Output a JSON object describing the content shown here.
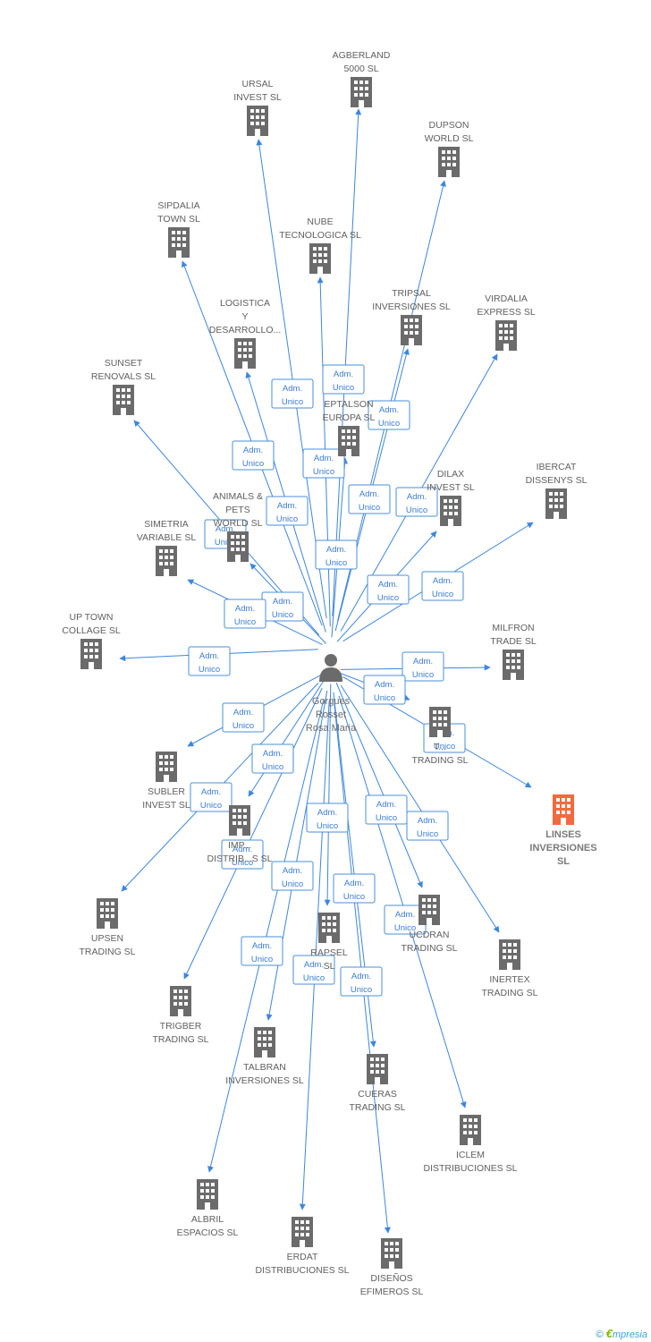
{
  "center": {
    "lines": [
      "Gorgues",
      "Rosset",
      "Rosa Maria"
    ],
    "icon": "person-icon"
  },
  "edge_label": [
    "Adm.",
    "Unico"
  ],
  "highlight_color": "#f26a3d",
  "building_color": "#6b6b6b",
  "edge_color": "#3d86dc",
  "nodes": [
    {
      "id": "agberland",
      "lines": [
        "AGBERLAND",
        "5000 SL"
      ]
    },
    {
      "id": "ursal",
      "lines": [
        "URSAL",
        "INVEST SL"
      ]
    },
    {
      "id": "dupson",
      "lines": [
        "DUPSON",
        "WORLD SL"
      ]
    },
    {
      "id": "sipdalia",
      "lines": [
        "SIPDALIA",
        "TOWN SL"
      ]
    },
    {
      "id": "nube",
      "lines": [
        "NUBE",
        "TECNOLOGICA SL"
      ]
    },
    {
      "id": "tripsal",
      "lines": [
        "TRIPSAL",
        "INVERSIONES SL"
      ]
    },
    {
      "id": "virdalia",
      "lines": [
        "VIRDALIA",
        "EXPRESS SL"
      ]
    },
    {
      "id": "logistica",
      "lines": [
        "LOGISTICA",
        "Y",
        "DESARROLLO..."
      ]
    },
    {
      "id": "sunset",
      "lines": [
        "SUNSET",
        "RENOVALS SL"
      ]
    },
    {
      "id": "eptalson",
      "lines": [
        "EPTALSON",
        "EUROPA SL"
      ]
    },
    {
      "id": "dilax",
      "lines": [
        "DILAX",
        "INVEST SL"
      ]
    },
    {
      "id": "ibercat",
      "lines": [
        "IBERCAT",
        "DISSENYS SL"
      ]
    },
    {
      "id": "animals",
      "lines": [
        "ANIMALS &",
        "PETS",
        "WORLD SL"
      ]
    },
    {
      "id": "simetria",
      "lines": [
        "SIMETRIA",
        "VARIABLE SL"
      ]
    },
    {
      "id": "uptown",
      "lines": [
        "UP TOWN",
        "COLLAGE SL"
      ]
    },
    {
      "id": "milfron",
      "lines": [
        "MILFRON",
        "TRADE SL"
      ]
    },
    {
      "id": "t_trading",
      "lines": [
        "T...",
        "TRADING SL"
      ]
    },
    {
      "id": "linses",
      "lines": [
        "LINSES",
        "INVERSIONES",
        "SL"
      ],
      "highlight": true
    },
    {
      "id": "subler",
      "lines": [
        "SUBLER",
        "INVEST SL"
      ]
    },
    {
      "id": "imp",
      "lines": [
        "IMP...",
        "DISTRIB...S SL"
      ]
    },
    {
      "id": "upsen",
      "lines": [
        "UPSEN",
        "TRADING SL"
      ]
    },
    {
      "id": "ucdran",
      "lines": [
        "UCDRAN",
        "TRADING SL"
      ]
    },
    {
      "id": "inertex",
      "lines": [
        "INERTEX",
        "TRADING SL"
      ]
    },
    {
      "id": "rapsel",
      "lines": [
        "RAPSEL",
        "SL"
      ]
    },
    {
      "id": "trigber",
      "lines": [
        "TRIGBER",
        "TRADING SL"
      ]
    },
    {
      "id": "talbran",
      "lines": [
        "TALBRAN",
        "INVERSIONES SL"
      ]
    },
    {
      "id": "cueras",
      "lines": [
        "CUERAS",
        "TRADING SL"
      ]
    },
    {
      "id": "iclem",
      "lines": [
        "ICLEM",
        "DISTRIBUCIONES SL"
      ]
    },
    {
      "id": "albril",
      "lines": [
        "ALBRIL",
        "ESPACIOS SL"
      ]
    },
    {
      "id": "erdat",
      "lines": [
        "ERDAT",
        "DISTRIBUCIONES SL"
      ]
    },
    {
      "id": "disenos",
      "lines": [
        "DISEÑOS",
        "EFIMEROS SL"
      ]
    }
  ],
  "footer": {
    "copyright": "©",
    "brand_e": "€",
    "brand_rest": "mpresia"
  }
}
